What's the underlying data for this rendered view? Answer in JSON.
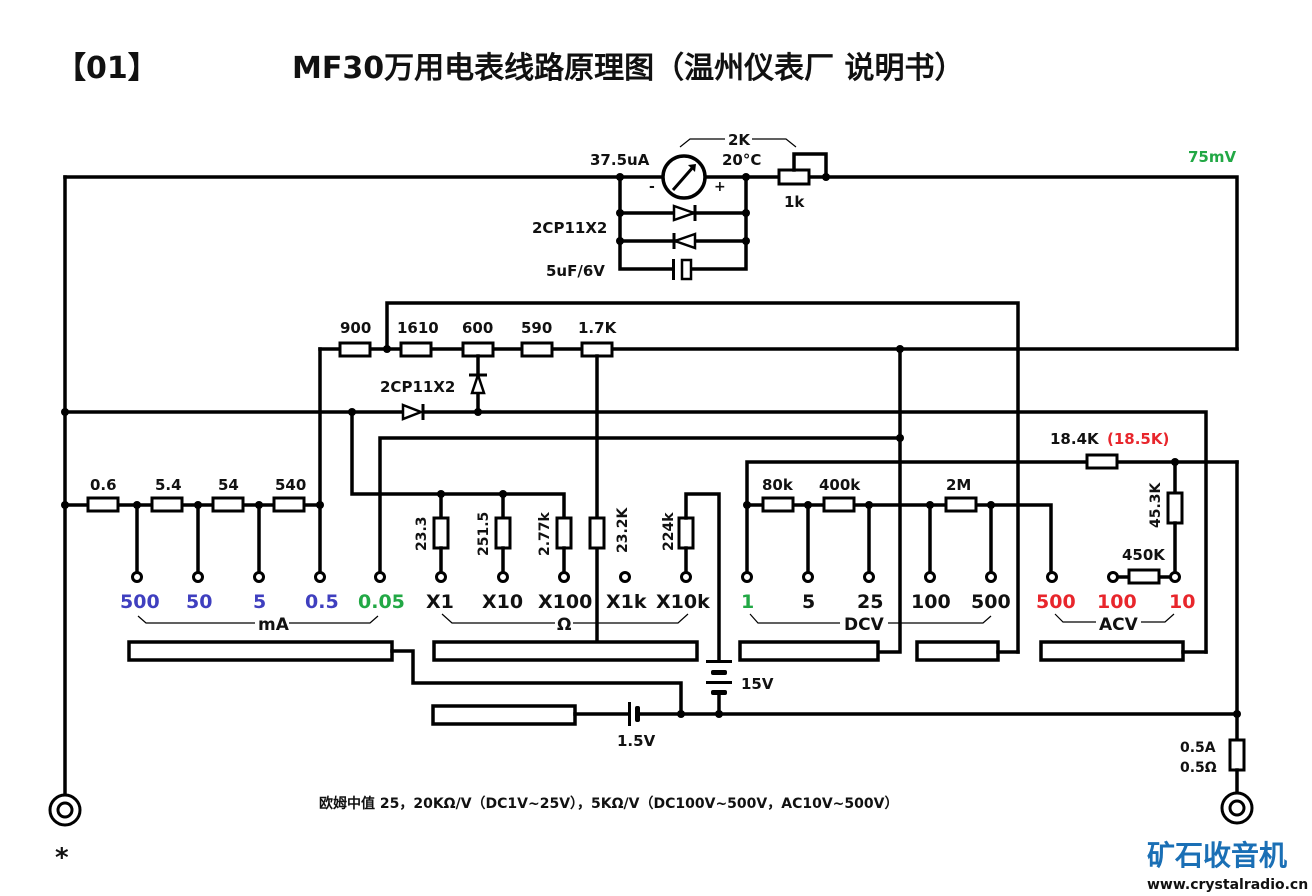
{
  "header": {
    "index": "【01】",
    "title": "MF30万用电表线路原理图（温州仪表厂 说明书）"
  },
  "meter": {
    "current": "37.5uA",
    "temperature": "20°C",
    "resistance_group": "2K",
    "minus": "-",
    "plus": "+",
    "pot": "1k",
    "voltage": "75mV",
    "protection_diodes": "2CP11X2",
    "capacitor": "5uF/6V"
  },
  "shunt_chain": {
    "resistors": [
      "900",
      "1610",
      "600",
      "590",
      "1.7K"
    ],
    "diode": "2CP11X2"
  },
  "ma_section": {
    "resistors": [
      "0.6",
      "5.4",
      "54",
      "540"
    ],
    "ranges": [
      "500",
      "50",
      "5",
      "0.5",
      "0.05"
    ],
    "range_colors": [
      "#3f3fbf",
      "#3f3fbf",
      "#3f3fbf",
      "#3f3fbf",
      "#22a845"
    ],
    "unit": "mA"
  },
  "ohm_section": {
    "resistors": [
      "23.3",
      "251.5",
      "2.77k",
      "23.2K",
      "224k"
    ],
    "ranges": [
      "X1",
      "X10",
      "X100",
      "X1k",
      "X10k"
    ],
    "unit": "Ω"
  },
  "dcv_section": {
    "resistors": [
      "80k",
      "400k",
      "2M"
    ],
    "ranges": [
      "1",
      "5",
      "25",
      "100",
      "500"
    ],
    "range_colors": [
      "#22a845",
      "#111111",
      "#111111",
      "#111111",
      "#111111"
    ],
    "unit": "DCV"
  },
  "acv_section": {
    "series_resistor": "18.4K",
    "series_resistor_alt": "(18.5K)",
    "shunt_resistor": "45.3K",
    "range_resistor": "450K",
    "ranges": [
      "500",
      "100",
      "10"
    ],
    "range_color": "#e8262c",
    "unit": "ACV"
  },
  "power": {
    "battery_high": "15V",
    "battery_low": "1.5V"
  },
  "fuse": {
    "current": "0.5A",
    "resistance": "0.5Ω"
  },
  "terminals": {
    "common_mark": "*"
  },
  "footnote": "欧姆中值 25，20KΩ/V（DC1V~25V），5KΩ/V（DC100V~500V，AC10V~500V）",
  "brand": {
    "name": "矿石收音机",
    "url": "www.crystalradio.cn",
    "color": "#1a6fb5"
  },
  "colors": {
    "blue_range": "#3f3fbf",
    "green_accent": "#22a845",
    "red_range": "#e8262c"
  }
}
